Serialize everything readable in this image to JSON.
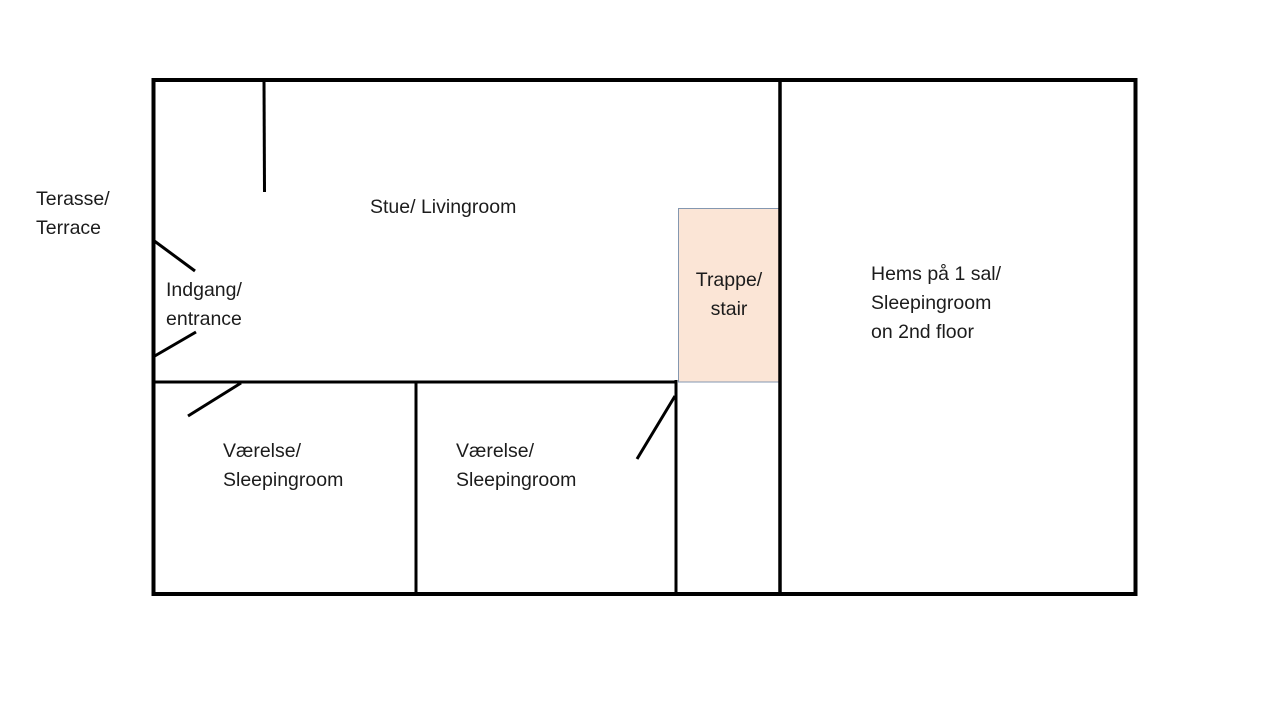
{
  "diagram": {
    "type": "floor-plan",
    "colors": {
      "wall": "#000000",
      "stair_fill": "#FBE5D6",
      "stair_border": "#8497B0",
      "background": "#FFFFFF"
    },
    "outside": {
      "terrace": {
        "line1": "Terasse/",
        "line2": "Terrace"
      }
    },
    "rooms": {
      "livingroom": {
        "line1": "Stue/ Livingroom"
      },
      "entrance": {
        "line1": "Indgang/",
        "line2": "entrance"
      },
      "stair": {
        "line1": "Trappe/",
        "line2": "stair"
      },
      "loft": {
        "line1": "Hems på 1 sal/",
        "line2": "Sleepingroom",
        "line3": "on 2nd floor"
      },
      "bedroom_1": {
        "line1": "Værelse/",
        "line2": "Sleepingroom"
      },
      "bedroom_2": {
        "line1": "Værelse/",
        "line2": "Sleepingroom"
      }
    }
  }
}
